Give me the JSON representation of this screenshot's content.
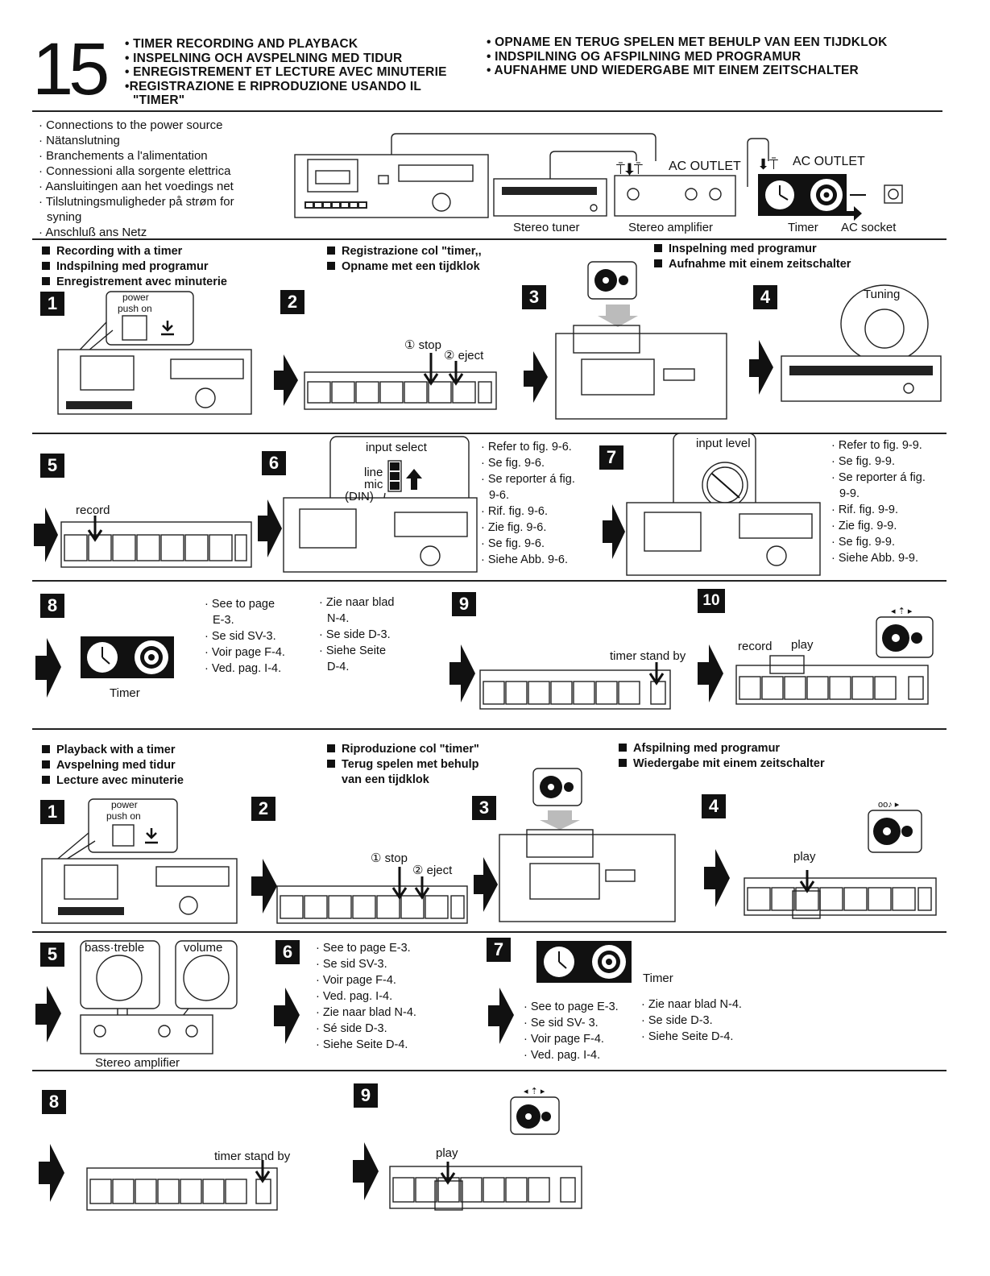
{
  "page_number": "15",
  "titles_left": [
    "• TIMER RECORDING AND PLAYBACK",
    "• INSPELNING OCH AVSPELNING MED TIDUR",
    "• ENREGISTREMENT ET LECTURE AVEC MINUTERIE",
    "•REGISTRAZIONE E RIPRODUZIONE USANDO IL",
    "\"TIMER\""
  ],
  "titles_right": [
    "• OPNAME EN TERUG SPELEN MET BEHULP VAN EEN TIJDKLOK",
    "• INDSPILNING OG AFSPILNING MED PROGRAMUR",
    "• AUFNAHME UND WIEDERGABE MIT EINEM ZEITSCHALTER"
  ],
  "connections": [
    "· Connections to the power source",
    "· Nätanslutning",
    "· Branchements a l'alimentation",
    "· Connessioni alla sorgente elettrica",
    "· Aansluitingen aan het voedings net",
    "· Tilslutningsmuligheder på strøm for",
    "  syning",
    "· Anschluß ans Netz"
  ],
  "connection_labels": {
    "ac_outlet_1": "AC OUTLET",
    "ac_outlet_2": "AC OUTLET",
    "stereo_tuner": "Stereo tuner",
    "stereo_amplifier": "Stereo amplifier",
    "timer": "Timer",
    "ac_socket": "AC socket"
  },
  "recording": {
    "headings_col1": [
      "Recording with a timer",
      "Indspilning med programur",
      "Enregistrement avec minuterie"
    ],
    "headings_col2": [
      "Registrazione col \"timer,,",
      "Opname met een tijdklok"
    ],
    "headings_col3": [
      "Inspelning med programur",
      "Aufnahme mit einem zeitschalter"
    ],
    "steps": [
      "1",
      "2",
      "3",
      "4",
      "5",
      "6",
      "7",
      "8",
      "9",
      "10"
    ],
    "power_label": "power",
    "push_on_label": "push on",
    "stop_label": "① stop",
    "eject_label": "② eject",
    "tuning_label": "Tuning",
    "record_label": "record",
    "input_select_label": "input select",
    "line_label": "line",
    "mic_label": "mic",
    "din_label": "(DIN)",
    "input_level_label": "input level",
    "refer_6": [
      "· Refer to fig. 9-6.",
      "· Se fig. 9-6.",
      "· Se reporter á fig.",
      "  9-6.",
      "· Rif. fig. 9-6.",
      "· Zie fig. 9-6.",
      "· Se fig. 9-6.",
      "· Siehe Abb. 9-6."
    ],
    "refer_9": [
      "· Refer to fig. 9-9.",
      "· Se fig. 9-9.",
      "· Se reporter á fig.",
      "  9-9.",
      "· Rif. fig. 9-9.",
      "· Zie fig. 9-9.",
      "· Se fig. 9-9.",
      "· Siehe Abb. 9-9."
    ],
    "see_page_col1": [
      "· See to page",
      "  E-3.",
      "· Se sid SV-3.",
      "· Voir page F-4.",
      "· Ved. pag. I-4."
    ],
    "see_page_col2": [
      "· Zie naar blad",
      "  N-4.",
      "· Se side D-3.",
      "· Siehe Seite",
      "  D-4."
    ],
    "timer_label": "Timer",
    "timer_standby_label": "timer stand by",
    "record_label_10": "record",
    "play_label_10": "play"
  },
  "playback": {
    "headings_col1": [
      "Playback with a timer",
      "Avspelning med tidur",
      "Lecture avec minuterie"
    ],
    "headings_col2": [
      "Riproduzione col \"timer\"",
      "Terug spelen met behulp",
      "van een tijdklok"
    ],
    "headings_col3": [
      "Afspilning med programur",
      "Wiedergabe mit einem zeitschalter"
    ],
    "steps": [
      "1",
      "2",
      "3",
      "4",
      "5",
      "6",
      "7",
      "8",
      "9"
    ],
    "power_label": "power",
    "push_on_label": "push on",
    "stop_label": "① stop",
    "eject_label": "② eject",
    "play_label": "play",
    "bass_treble_label": "bass·treble",
    "volume_label": "volume",
    "stereo_amplifier_label": "Stereo amplifier",
    "see_page_6": [
      "· See to page E-3.",
      "· Se sid SV-3.",
      "· Voir page F-4.",
      "· Ved. pag. I-4.",
      "· Zie naar blad N-4.",
      "· Sé side D-3.",
      "· Siehe Seite D-4."
    ],
    "timer_label": "Timer",
    "see_page_7a": [
      "· See to page E-3.",
      "· Se sid SV- 3.",
      "· Voir page F-4.",
      "· Ved. pag. I-4."
    ],
    "see_page_7b": [
      "· Zie naar blad N-4.",
      "· Se side D-3.",
      "· Siehe Seite D-4."
    ],
    "timer_standby_label": "timer stand by",
    "play_label_9": "play"
  }
}
